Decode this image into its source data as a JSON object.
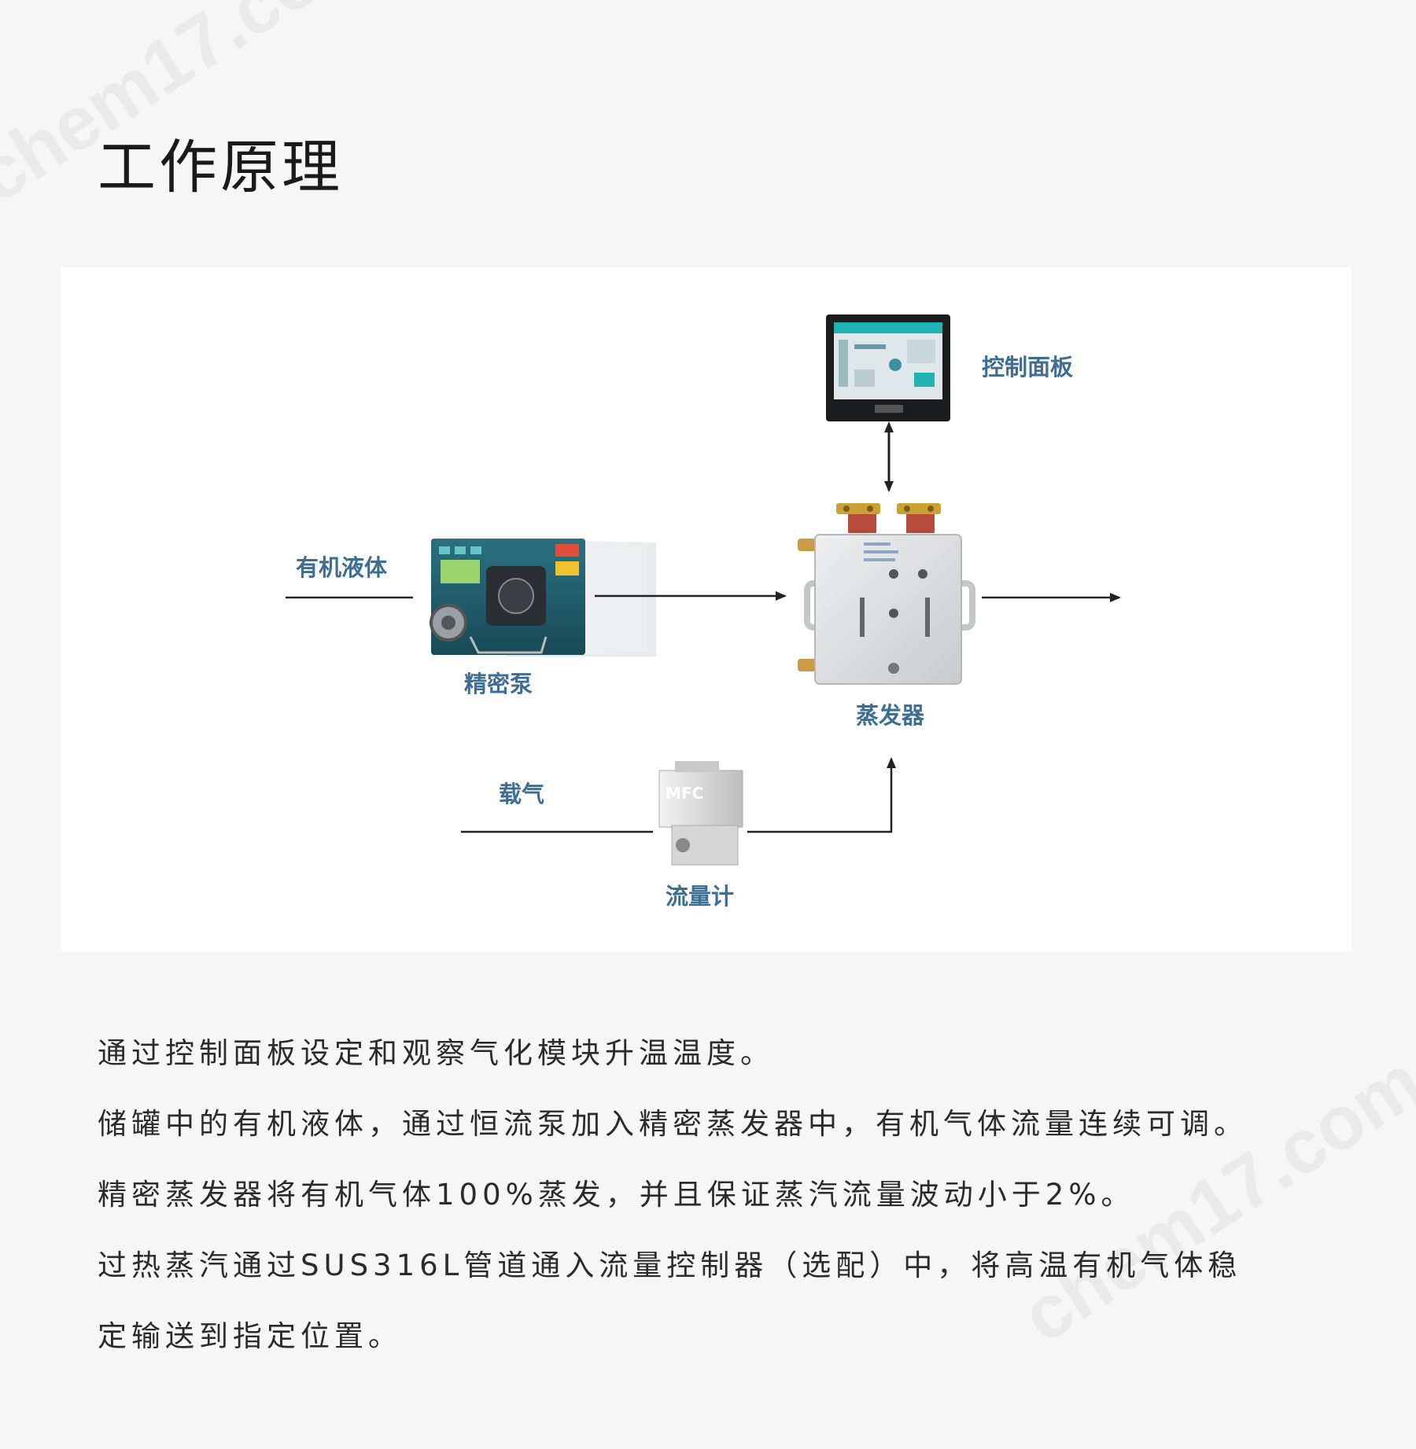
{
  "page": {
    "title": "工作原理",
    "watermark": "chem17.com"
  },
  "diagram": {
    "labels": {
      "control_panel": "控制面板",
      "organic_liquid": "有机液体",
      "precision_pump": "精密泵",
      "evaporator": "蒸发器",
      "carrier_gas": "载气",
      "flow_meter": "流量计"
    },
    "device_text": {
      "mfc": "MFC"
    },
    "colors": {
      "label": "#3e6e94",
      "line": "#222222",
      "pump_body": "#1f5d6c",
      "screen": "#1fb3b3",
      "evaporator": "#d9dadb",
      "brass": "#c9a233"
    }
  },
  "description": {
    "lines": [
      "通过控制面板设定和观察气化模块升温温度。",
      "储罐中的有机液体，通过恒流泵加入精密蒸发器中，有机气体流量连续可调。",
      "精密蒸发器将有机气体100%蒸发，并且保证蒸汽流量波动小于2%。",
      "过热蒸汽通过SUS316L管道通入流量控制器（选配）中，将高温有机气体稳",
      "定输送到指定位置。"
    ]
  }
}
